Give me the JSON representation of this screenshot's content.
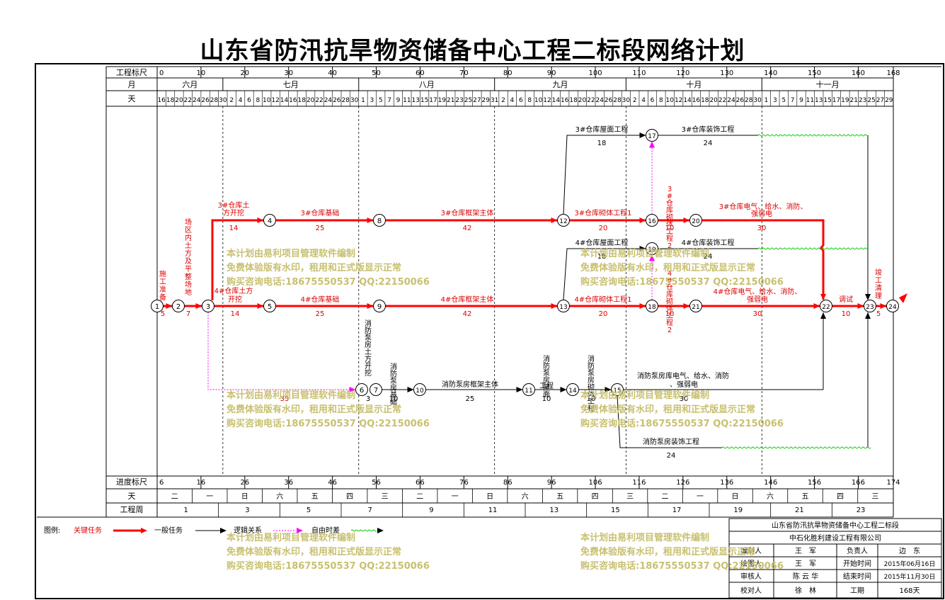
{
  "title": "山东省防汛抗旱物资储备中心工程二标段网络计划",
  "header": {
    "scale_label": "工程标尺",
    "month_label": "月",
    "day_label": "天",
    "scale_ticks": [
      "0",
      "10",
      "20",
      "30",
      "40",
      "50",
      "60",
      "70",
      "80",
      "90",
      "100",
      "110",
      "120",
      "130",
      "140",
      "150",
      "160",
      "168"
    ],
    "months": [
      "六月",
      "七月",
      "八月",
      "九月",
      "十月",
      "十一月"
    ],
    "days_jun": [
      "16",
      "18",
      "20",
      "22",
      "24",
      "26",
      "28",
      "30"
    ],
    "days_jul": [
      "2",
      "4",
      "6",
      "8",
      "10",
      "12",
      "14",
      "16",
      "18",
      "20",
      "22",
      "24",
      "26",
      "28",
      "30"
    ],
    "days_aug": [
      "1",
      "3",
      "5",
      "7",
      "9",
      "11",
      "13",
      "15",
      "17",
      "19",
      "21",
      "23",
      "25",
      "27",
      "29",
      "31"
    ],
    "days_sep": [
      "2",
      "4",
      "6",
      "8",
      "10",
      "12",
      "14",
      "16",
      "18",
      "20",
      "22",
      "24",
      "26",
      "28",
      "30"
    ],
    "days_oct": [
      "2",
      "4",
      "6",
      "8",
      "10",
      "12",
      "14",
      "16",
      "18",
      "20",
      "22",
      "24",
      "26",
      "28",
      "30"
    ],
    "days_nov": [
      "1",
      "3",
      "5",
      "7",
      "9",
      "11",
      "13",
      "15",
      "17",
      "19",
      "21",
      "23",
      "25",
      "27",
      "29"
    ]
  },
  "footer": {
    "progress_label": "进度标尺",
    "weekday_label": "天",
    "week_label": "工程周",
    "progress_ticks": [
      "6",
      "16",
      "26",
      "36",
      "46",
      "56",
      "66",
      "76",
      "86",
      "96",
      "106",
      "116",
      "126",
      "136",
      "146",
      "156",
      "166",
      "174"
    ],
    "weekdays": [
      "二",
      "一",
      "日",
      "六",
      "五",
      "四",
      "三",
      "二",
      "一",
      "日",
      "六",
      "五",
      "四",
      "三",
      "二",
      "一",
      "日",
      "六",
      "五",
      "四",
      "三"
    ],
    "weeks": [
      "1",
      "3",
      "5",
      "7",
      "9",
      "11",
      "13",
      "15",
      "17",
      "19",
      "21",
      "23"
    ]
  },
  "nodes": [
    "1",
    "2",
    "3",
    "4",
    "5",
    "6",
    "7",
    "8",
    "9",
    "10",
    "11",
    "12",
    "13",
    "14",
    "15",
    "16",
    "17",
    "18",
    "19",
    "20",
    "21",
    "22",
    "23",
    "24"
  ],
  "activities": {
    "a12": "施工准备",
    "d12": "5",
    "a23": "场区内土方及平整场地",
    "d23": "7",
    "a34": "3#仓库土方开挖",
    "d34": "14",
    "a35": "4#仓库土方开挖",
    "d35": "14",
    "a48": "3#仓库基础",
    "d48": "25",
    "a59": "4#仓库基础",
    "d59": "25",
    "a812": "3#仓库框架主体",
    "d812": "42",
    "a913": "4#仓库框架主体",
    "d913": "42",
    "a1216": "3#仓库砌体工程1",
    "d1216": "20",
    "a1318": "4#仓库砌体工程1",
    "d1318": "20",
    "a1617": "3#仓库屋面工程",
    "d1617": "18",
    "a1719": "4#仓库屋面工程",
    "d1719": "18",
    "a17e": "3#仓库装饰工程",
    "d17e": "24",
    "a19e": "4#仓库装饰工程",
    "d19e": "24",
    "a1620": "3#仓库砌体工程2",
    "d1620": "10",
    "a1821": "4#仓库砌体工程2",
    "d1821": "10",
    "a2022": "3#仓库电气、给水、消防、强弱电",
    "d2022": "30",
    "a2122": "4#仓库电气、给水、消防、强弱电",
    "d2122": "30",
    "a2223": "调试",
    "d2223": "10",
    "a2324": "竣工清理",
    "d2324": "5",
    "a36": "",
    "d36": "35",
    "a67": "消防泵房土方开挖",
    "d67": "3",
    "a710": "消防泵房基础",
    "d710": "10",
    "a1011": "消防泵房框架主体",
    "d1011": "25",
    "a1114": "消防泵房屋面工程",
    "d1114": "10",
    "a1415": "消防泵房砌体工程",
    "d1415": "10",
    "a15e": "消防泵房库电气、给水、消防、强弱电",
    "d15e": "30",
    "a15d": "消防泵房装饰工程",
    "d15d": "24"
  },
  "legend": {
    "label": "图例:",
    "critical": "关键任务",
    "general": "一般任务",
    "logic": "逻辑关系",
    "float": "自由时差"
  },
  "watermark": {
    "line1": "本计划由易利项目管理软件编制",
    "line2": "免费体验版有水印，租用和正式版显示正常",
    "line3": "购买咨询电话:18675550537 QQ:22150066"
  },
  "titleblock": {
    "project": "山东省防汛抗旱物资储备中心工程二标段",
    "company": "中石化胜利建设工程有限公司",
    "editor_label": "编制人",
    "editor": "王　军",
    "owner_label": "负责人",
    "owner": "边　东",
    "drafter_label": "绘图人",
    "drafter": "王　军",
    "start_label": "开始时间",
    "start": "2015年06月16日",
    "reviewer_label": "审核人",
    "reviewer": "陈 云 华",
    "end_label": "结束时间",
    "end": "2015年11月30日",
    "checker_label": "校对人",
    "checker": "徐　林",
    "duration_label": "工期",
    "duration": "168天"
  },
  "colors": {
    "critical": "#ff0000",
    "general": "#000000",
    "logic": "#ff00ff",
    "float": "#00cc00",
    "watermark": "#c8c070"
  }
}
